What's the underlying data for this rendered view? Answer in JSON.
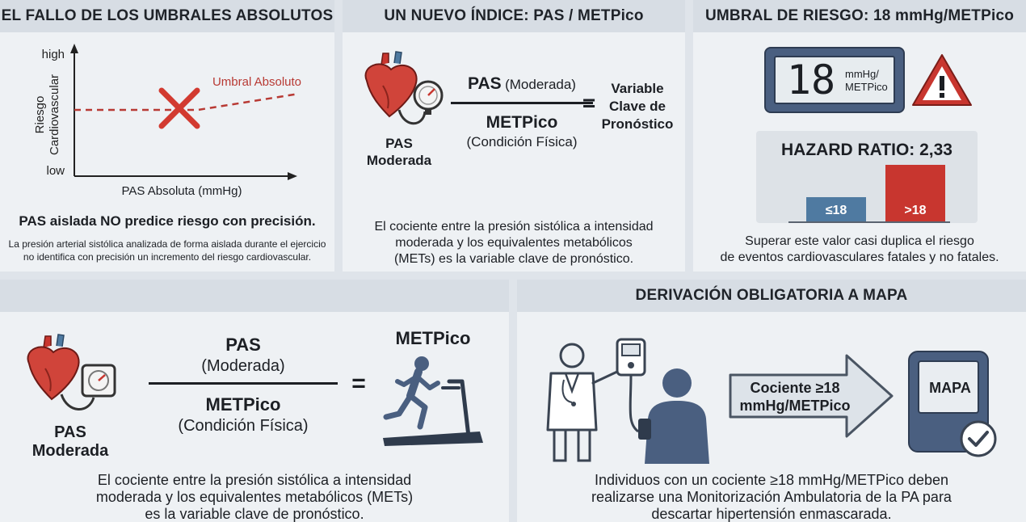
{
  "panel1": {
    "title": "EL FALLO DE LOS UMBRALES ABSOLUTOS",
    "chart": {
      "y_high": "high",
      "y_low": "low",
      "y_label_line1": "Riesgo",
      "y_label_line2": "Cardiovascular",
      "x_label": "PAS Absoluta (mmHg)",
      "threshold_label": "Umbral Absoluto"
    },
    "headline": "PAS aislada NO predice riesgo con precisión.",
    "body_line1": "La presión arterial sistólica analizada de forma aislada durante el ejercicio",
    "body_line2": "no identifica con precisión un incremento del riesgo cardiovascular."
  },
  "panel2": {
    "title": "UN NUEVO ÍNDICE: PAS / METPico",
    "icon_label_line1": "PAS",
    "icon_label_line2": "Moderada",
    "num_bold": "PAS",
    "num_rest": "(Moderada)",
    "den_bold": "METPico",
    "den_rest": "(Condición Física)",
    "equals": "=",
    "result_line1": "Variable",
    "result_line2": "Clave de",
    "result_line3": "Pronóstico",
    "body_line1": "El cociente entre la presión sistólica a intensidad",
    "body_line2": "moderada y los equivalentes metabólicos",
    "body_line3": "(METs) es la variable clave de pronóstico."
  },
  "panel3": {
    "title": "UMBRAL DE RIESGO: 18 mmHg/METPico",
    "display_value": "18",
    "display_unit_line1": "mmHg/",
    "display_unit_line2": "METPico",
    "hazard_label": "HAZARD RATIO: 2,33",
    "bars": [
      {
        "label": "≤18",
        "color": "#4f7aa1",
        "value": 1.0
      },
      {
        "label": ">18",
        "color": "#c8362f",
        "value": 2.33
      }
    ],
    "body_line1": "Superar este valor casi duplica el riesgo",
    "body_line2": "de eventos cardiovasculares fatales y no fatales."
  },
  "panel4": {
    "icon_label_line1": "PAS",
    "icon_label_line2": "Moderada",
    "num_line1": "PAS",
    "num_line2": "(Moderada)",
    "den_line1": "METPico",
    "den_line2": "(Condición Física)",
    "equals": "=",
    "result_label": "METPico",
    "body_line1": "El cociente entre la presión sistólica a intensidad",
    "body_line2": "moderada y los equivalentes metabólicos (METs)",
    "body_line3": "es la variable clave de pronóstico."
  },
  "panel5": {
    "title": "DERIVACIÓN OBLIGATORIA A MAPA",
    "arrow_line1": "Cociente ≥18",
    "arrow_line2": "mmHg/METPico",
    "device_label": "MAPA",
    "body_line1": "Individuos con un cociente ≥18 mmHg/METPico deben",
    "body_line2": "realizarse una Monitorización Ambulatoria de la PA para",
    "body_line3": "descartar hipertensión enmascarada."
  },
  "colors": {
    "red": "#c8362f",
    "blue": "#4f7aa1",
    "navy": "#4a5f80",
    "title_bar": "#d7dde4"
  }
}
